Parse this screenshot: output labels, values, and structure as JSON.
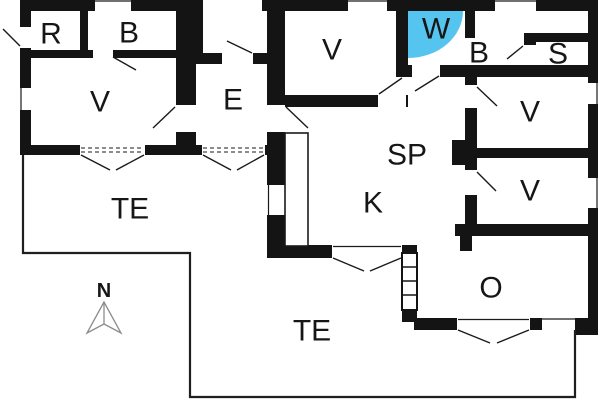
{
  "plan": {
    "rooms": [
      {
        "id": "r",
        "label": "R"
      },
      {
        "id": "b-top",
        "label": "B"
      },
      {
        "id": "v-left",
        "label": "V"
      },
      {
        "id": "e",
        "label": "E"
      },
      {
        "id": "v-top",
        "label": "V"
      },
      {
        "id": "w",
        "label": "W"
      },
      {
        "id": "b-right",
        "label": "B"
      },
      {
        "id": "s",
        "label": "S"
      },
      {
        "id": "v-right-1",
        "label": "V"
      },
      {
        "id": "v-right-2",
        "label": "V"
      },
      {
        "id": "sp",
        "label": "SP"
      },
      {
        "id": "k",
        "label": "K"
      },
      {
        "id": "o",
        "label": "O"
      },
      {
        "id": "te-left",
        "label": "TE"
      },
      {
        "id": "te-bottom",
        "label": "TE"
      }
    ],
    "compass": {
      "label": "N"
    },
    "colors": {
      "wall": "#141414",
      "shower": "#55c4ee",
      "line": "#1a1a1a",
      "compass": "#8c8c8c",
      "background": "#ffffff"
    }
  }
}
